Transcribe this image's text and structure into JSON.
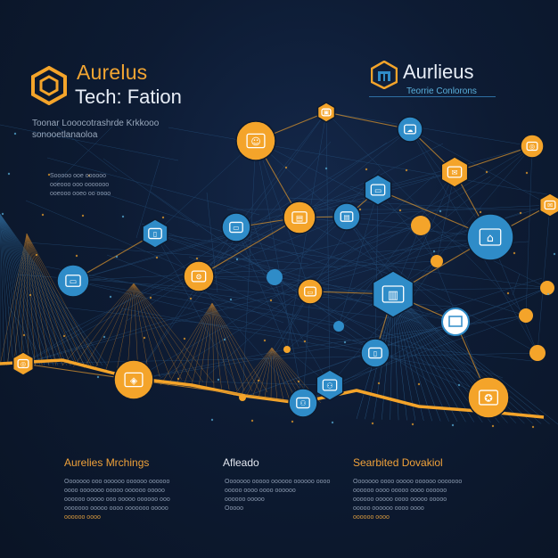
{
  "brand_left": {
    "name": "Aurelus",
    "subtitle": "Tech: Fation",
    "tagline_1": "Toonar Looocotrashrde Krkkooo",
    "tagline_2": "sonooetlanaoloa",
    "block": [
      "Sooooo ooe oooooo",
      "ooeooo ooo ooooooo",
      "ooeooo ooeo oo oooo"
    ]
  },
  "brand_right": {
    "name": "Aurlieus",
    "subtitle": "Teorrie Conlorons"
  },
  "columns": [
    {
      "title": "Aurelies Mrchings",
      "body": [
        "Ooooooo ooo oooooo oooooo oooooo",
        "oooo ooooooo ooooo oooooo ooooo",
        "oooooo ooooo ooo ooooo oooooo ooo",
        "ooooooo ooooo oooo ooooooo ooooo"
      ],
      "highlight": "oooooo oooo"
    },
    {
      "title": "Afleado",
      "body": [
        "Ooooooo ooooo oooooo oooooo oooo",
        "ooooo oooo oooo oooooo",
        "oooooo ooooo"
      ],
      "highlight": "",
      "extra": "Ooooo"
    },
    {
      "title": "Searbited Dovakiol",
      "body": [
        "Ooooooo oooo ooooo oooooo ooooooo",
        "oooooo oooo ooooo oooo oooooo",
        "oooooo ooooo oooo ooooo ooooo",
        "ooooo oooooo oooo oooo"
      ],
      "highlight": "oooooo oooo"
    }
  ],
  "icons": [
    {
      "name": "person-icon",
      "color": "orange",
      "glyph": "☺"
    },
    {
      "name": "briefcase-icon",
      "color": "orange",
      "glyph": "▣"
    },
    {
      "name": "document-icon",
      "color": "orange",
      "glyph": "▤"
    },
    {
      "name": "settings-icon",
      "color": "orange",
      "glyph": "⚙"
    },
    {
      "name": "chart-icon",
      "color": "orange",
      "glyph": "✉"
    },
    {
      "name": "folder-icon",
      "color": "orange",
      "glyph": "▭"
    },
    {
      "name": "badge-icon",
      "color": "orange",
      "glyph": "◈"
    },
    {
      "name": "target-icon",
      "color": "orange",
      "glyph": "◎"
    },
    {
      "name": "gear-icon",
      "color": "orange",
      "glyph": "✪"
    },
    {
      "name": "laptop-icon",
      "color": "blue",
      "glyph": "▭"
    },
    {
      "name": "tablet-icon",
      "color": "blue",
      "glyph": "▯"
    },
    {
      "name": "monitor-icon",
      "color": "blue",
      "glyph": "▭"
    },
    {
      "name": "bank-icon",
      "color": "blue",
      "glyph": "⌂"
    },
    {
      "name": "server-icon",
      "color": "blue",
      "glyph": "▥"
    },
    {
      "name": "phone-icon",
      "color": "blue",
      "glyph": "▯"
    },
    {
      "name": "people-icon",
      "color": "blue",
      "glyph": "⚇"
    },
    {
      "name": "cloud-icon",
      "color": "blue",
      "glyph": "☁"
    },
    {
      "name": "wallet-icon",
      "color": "blue",
      "glyph": "▤"
    }
  ],
  "colors": {
    "accent_orange": "#f4a42a",
    "accent_blue": "#2f8cc8",
    "background": "#0d1a2e"
  }
}
